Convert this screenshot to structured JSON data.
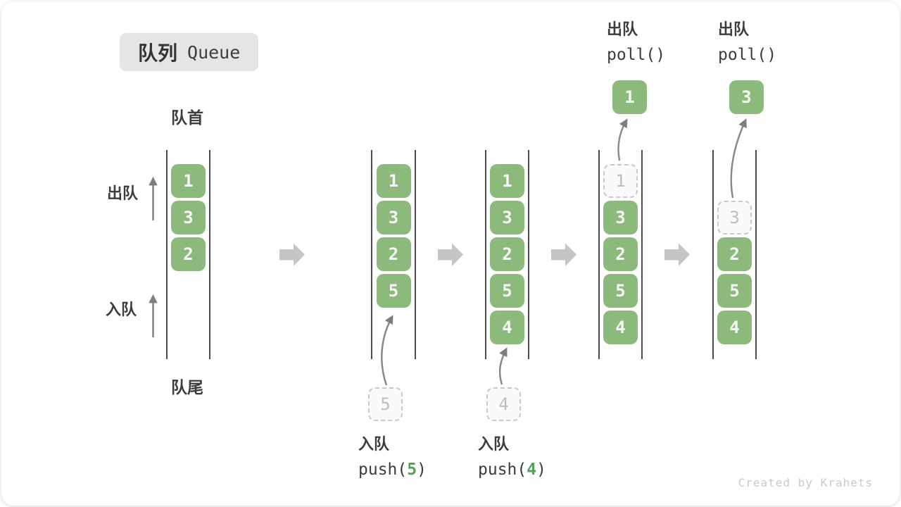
{
  "title": {
    "zh": "队列",
    "en": "Queue"
  },
  "side_labels": {
    "front": "队首",
    "rear": "队尾",
    "dequeue": "出队",
    "enqueue": "入队"
  },
  "operations": {
    "push5": {
      "label": "入队",
      "fn_open": "push(",
      "arg": "5",
      "fn_close": ")"
    },
    "push4": {
      "label": "入队",
      "fn_open": "push(",
      "arg": "4",
      "fn_close": ")"
    },
    "poll1": {
      "label": "出队",
      "code": "poll()"
    },
    "poll2": {
      "label": "出队",
      "code": "poll()"
    }
  },
  "queue_states": [
    {
      "name": "state-initial",
      "boxes": [
        {
          "slot": 0,
          "value": "1",
          "variant": "filled"
        },
        {
          "slot": 1,
          "value": "3",
          "variant": "filled"
        },
        {
          "slot": 2,
          "value": "2",
          "variant": "filled"
        }
      ]
    },
    {
      "name": "state-after-push-5",
      "boxes": [
        {
          "slot": 0,
          "value": "1",
          "variant": "filled"
        },
        {
          "slot": 1,
          "value": "3",
          "variant": "filled"
        },
        {
          "slot": 2,
          "value": "2",
          "variant": "filled"
        },
        {
          "slot": 3,
          "value": "5",
          "variant": "filled"
        }
      ],
      "incoming": "5"
    },
    {
      "name": "state-after-push-4",
      "boxes": [
        {
          "slot": 0,
          "value": "1",
          "variant": "filled"
        },
        {
          "slot": 1,
          "value": "3",
          "variant": "filled"
        },
        {
          "slot": 2,
          "value": "2",
          "variant": "filled"
        },
        {
          "slot": 3,
          "value": "5",
          "variant": "filled"
        },
        {
          "slot": 4,
          "value": "4",
          "variant": "filled"
        }
      ],
      "incoming": "4"
    },
    {
      "name": "state-poll-1",
      "boxes": [
        {
          "slot": 0,
          "value": "1",
          "variant": "dashed"
        },
        {
          "slot": 1,
          "value": "3",
          "variant": "filled"
        },
        {
          "slot": 2,
          "value": "2",
          "variant": "filled"
        },
        {
          "slot": 3,
          "value": "5",
          "variant": "filled"
        },
        {
          "slot": 4,
          "value": "4",
          "variant": "filled"
        }
      ],
      "outgoing": "1"
    },
    {
      "name": "state-poll-3",
      "boxes": [
        {
          "slot": 1,
          "value": "3",
          "variant": "dashed"
        },
        {
          "slot": 2,
          "value": "2",
          "variant": "filled"
        },
        {
          "slot": 3,
          "value": "5",
          "variant": "filled"
        },
        {
          "slot": 4,
          "value": "4",
          "variant": "filled"
        }
      ],
      "outgoing": "3"
    }
  ],
  "colors": {
    "box_green": "#8bba7c",
    "box_text": "#f7f9f4",
    "accent_green": "#53a158",
    "dashed_border": "#c9c9c9",
    "dashed_text": "#bdbdbd",
    "block_arrow": "#c5c5c5",
    "thin_arrow": "#7d7d7d",
    "column_line": "#4c4c4c",
    "text_dark": "#3c3c3c",
    "badge_bg": "#e5e5e5",
    "watermark_gray": "#c9c9c9"
  },
  "watermark": "Created by Krahets"
}
